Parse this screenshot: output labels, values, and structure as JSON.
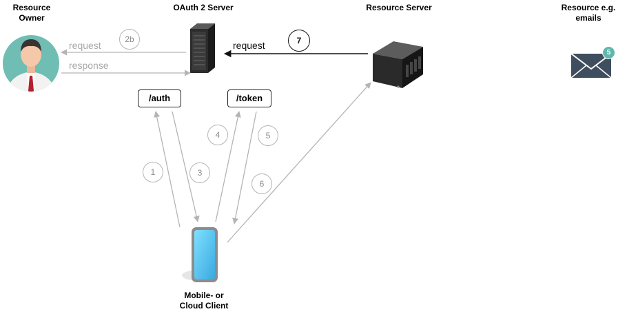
{
  "actors": {
    "resource_owner": "Resource\nOwner",
    "oauth_server": "OAuth 2 Server",
    "resource_server": "Resource Server",
    "resource": "Resource e.g.\nemails",
    "client": "Mobile- or\nCloud Client"
  },
  "endpoints": {
    "auth": "/auth",
    "token": "/token"
  },
  "messages": {
    "owner_request": "request",
    "owner_response": "response",
    "resource_request": "request"
  },
  "steps": {
    "s1": "1",
    "s2b": "2b",
    "s3": "3",
    "s4": "4",
    "s5": "5",
    "s6": "6",
    "s7": "7"
  },
  "mail_badge": "5",
  "colors": {
    "arrow_gray": "#b4b4b4",
    "arrow_dark": "#111111",
    "avatar_bg": "#6fbdb3",
    "phone_screen": "#5bc8f0",
    "mail": "#3f4e5f"
  },
  "icons": {
    "resource_owner": "person-avatar-icon",
    "oauth_server": "server-rack-icon",
    "resource_server": "nas-box-icon",
    "resource": "envelope-icon",
    "client": "smartphone-icon"
  }
}
